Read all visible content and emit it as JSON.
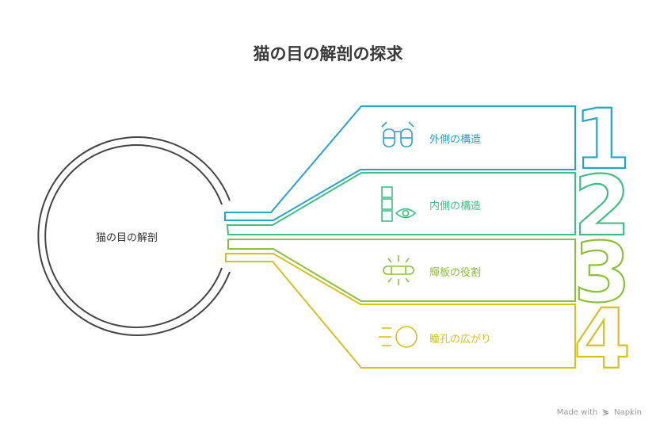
{
  "title": "猫の目の解剖の探求",
  "hub": {
    "label": "猫の目の解剖"
  },
  "items": [
    {
      "number": "1",
      "label": "外側の構造",
      "icon": "cat-ears-icon",
      "color": "#2aa3c9"
    },
    {
      "number": "2",
      "label": "内側の構造",
      "icon": "eye-layers-icon",
      "color": "#3fbf85"
    },
    {
      "number": "3",
      "label": "輝板の役割",
      "icon": "glowing-bar-icon",
      "color": "#8dbf3a"
    },
    {
      "number": "4",
      "label": "瞳孔の広がり",
      "icon": "pupil-dilation-icon",
      "color": "#d4c221"
    }
  ],
  "watermark": {
    "made_with": "Made with",
    "brand": "Napkin"
  },
  "colors": {
    "hub": "#444444",
    "title": "#3a3a3a"
  }
}
